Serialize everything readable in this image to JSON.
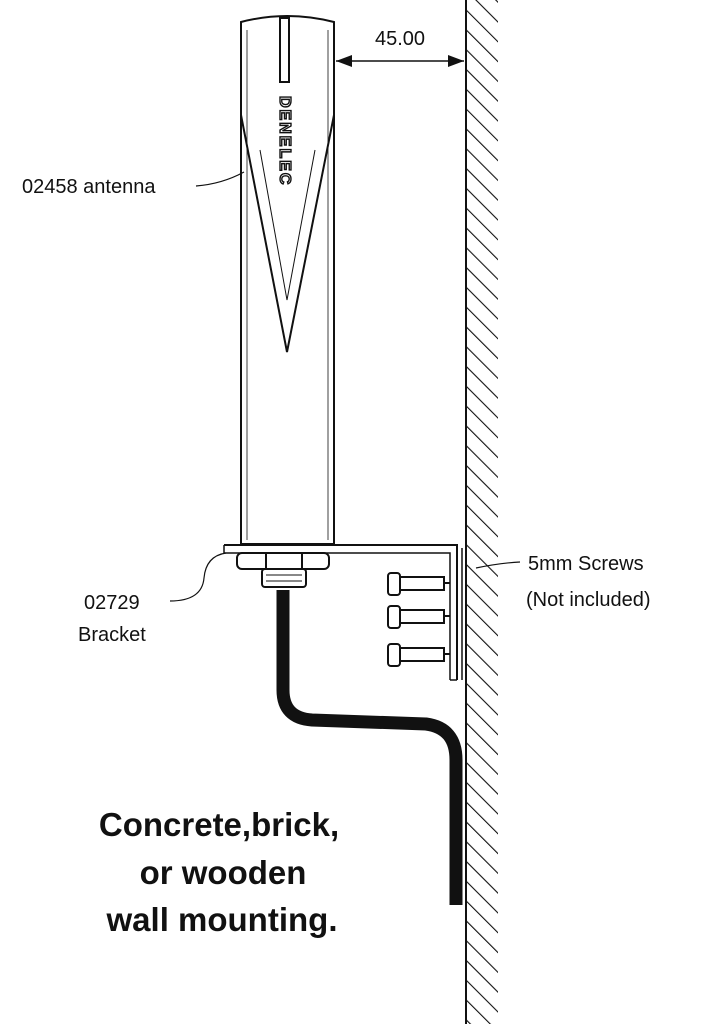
{
  "dimension": {
    "value": "45.00"
  },
  "labels": {
    "antenna": "02458 antenna",
    "bracket_line1": "02729",
    "bracket_line2": "Bracket",
    "screws_line1": "5mm Screws",
    "screws_line2": "(Not included)"
  },
  "logo_text": "DENELEC",
  "caption": {
    "line1": "Concrete,brick,",
    "line2": "or wooden",
    "line3": "wall mounting."
  },
  "colors": {
    "line": "#111111",
    "background": "#ffffff"
  }
}
